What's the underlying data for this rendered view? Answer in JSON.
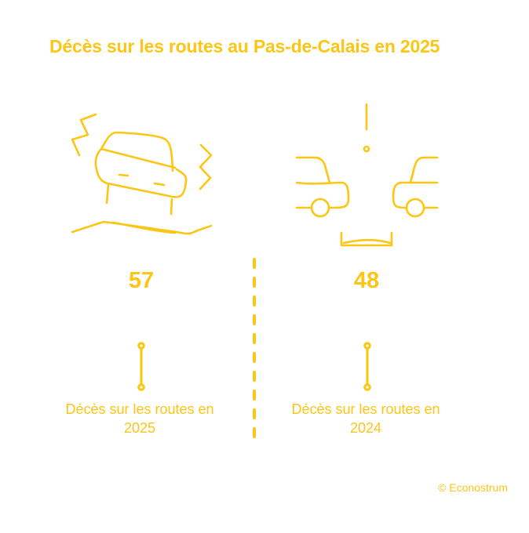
{
  "title": "Décès sur les routes au Pas-de-Calais en 2025",
  "colors": {
    "accent": "#FDC614",
    "background": "#FFFFFF"
  },
  "stats": [
    {
      "icon": "skidding-car-icon",
      "value": "57",
      "label_line1": "Décès sur les routes en",
      "label_line2": "2025"
    },
    {
      "icon": "car-collision-icon",
      "value": "48",
      "label_line1": "Décès sur les routes en",
      "label_line2": "2024"
    }
  ],
  "credit": "© Econostrum"
}
